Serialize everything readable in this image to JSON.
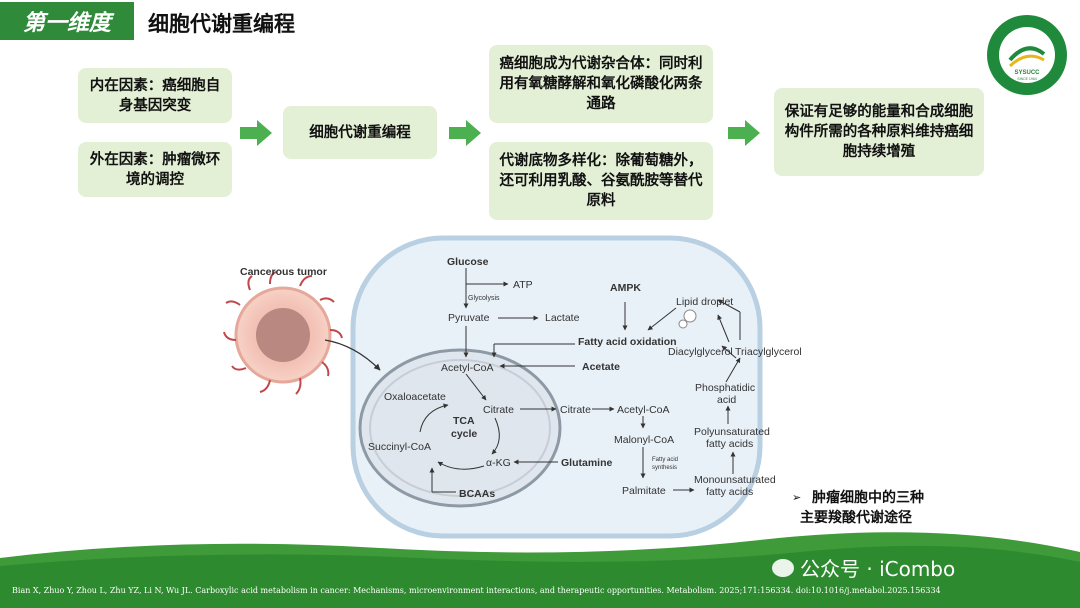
{
  "header": {
    "tag": "第一维度",
    "title": "细胞代谢重编程"
  },
  "flow": {
    "intrinsic": "内在因素：癌细胞自身基因突变",
    "extrinsic": "外在因素：肿瘤微环境的调控",
    "reprogramming": "细胞代谢重编程",
    "hybrid": "癌细胞成为代谢杂合体：同时利用有氧糖酵解和氧化磷酸化两条通路",
    "diversity": "代谢底物多样化：除葡萄糖外，还可利用乳酸、谷氨酰胺等替代原料",
    "outcome": "保证有足够的能量和合成细胞构件所需的各种原料维持癌细胞持续增殖"
  },
  "diagram": {
    "tumor_label": "Cancerous tumor",
    "glucose": "Glucose",
    "atp": "ATP",
    "glycolysis": "Glycolysis",
    "pyruvate": "Pyruvate",
    "lactate": "Lactate",
    "ampk": "AMPK",
    "lipid_droplet": "Lipid droplet",
    "fatty_acid_oxidation": "Fatty acid oxidation",
    "acetyl_coa_mito": "Acetyl-CoA",
    "acetate": "Acetate",
    "diacylglycerol": "Diacylglycerol",
    "triacylglycerol": "Triacylglycerol",
    "oxaloacetate": "Oxaloacetate",
    "citrate_mito": "Citrate",
    "tca": "TCA",
    "cycle": "cycle",
    "citrate_cyto": "Citrate",
    "acetyl_coa_cyto": "Acetyl-CoA",
    "phosphatidic_1": "Phosphatidic",
    "phosphatidic_2": "acid",
    "succinyl_coa": "Succinyl-CoA",
    "malonyl_coa": "Malonyl-CoA",
    "pufa_1": "Polyunsaturated",
    "pufa_2": "fatty acids",
    "akg": "α-KG",
    "glutamine": "Glutamine",
    "fas_1": "Fatty acid",
    "fas_2": "synthesis",
    "palmitate": "Palmitate",
    "mufa_1": "Monounsaturated",
    "mufa_2": "fatty acids",
    "bcaas": "BCAAs"
  },
  "note": {
    "line1": "肿瘤细胞中的三种",
    "line2": "主要羧酸代谢途径"
  },
  "reference": "Bian X, Zhuo Y, Zhou L, Zhu YZ, Li N, Wu JL. Carboxylic acid metabolism in cancer: Mechanisms, microenvironment interactions, and therapeutic opportunities. Metabolism. 2025;171:156334. doi:10.1016/j.metabol.2025.156334",
  "watermark": "公众号 · iCombo",
  "logo": {
    "text": "SYSUCC",
    "since": "SINCE 1964"
  },
  "colors": {
    "green": "#2f8a3a",
    "box": "#e3f0d6",
    "arrow": "#4caf50",
    "cell": "#e9f1f8",
    "cell_border": "#b9cfe2"
  }
}
